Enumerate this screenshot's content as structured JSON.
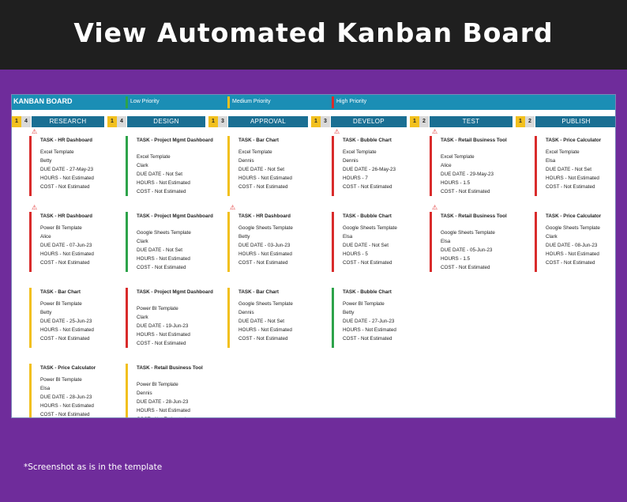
{
  "page_title": "View Automated Kanban Board",
  "board": {
    "title": "KANBAN BOARD",
    "legend": [
      {
        "label": "Low Priority",
        "color": "#2da34a"
      },
      {
        "label": "Medium Priority",
        "color": "#f2c01e"
      },
      {
        "label": "High Priority",
        "color": "#d92b2b"
      }
    ],
    "columns": [
      {
        "name": "RESEARCH",
        "wip_min": "1",
        "wip_max": "4"
      },
      {
        "name": "DESIGN",
        "wip_min": "1",
        "wip_max": "4"
      },
      {
        "name": "APPROVAL",
        "wip_min": "1",
        "wip_max": "3"
      },
      {
        "name": "DEVELOP",
        "wip_min": "1",
        "wip_max": "3"
      },
      {
        "name": "TEST",
        "wip_min": "1",
        "wip_max": "2"
      },
      {
        "name": "PUBLISH",
        "wip_min": "1",
        "wip_max": "2"
      }
    ],
    "cards": [
      [
        {
          "task": "TASK - HR Dashboard",
          "template": "Excel Template",
          "owner": "Betty",
          "due": "DUE DATE - 27-May-23",
          "hours": "HOURS - Not Estimated",
          "cost": "COST - Not Estimated",
          "priority": "high",
          "warning": true
        },
        {
          "task": "TASK - HR Dashboard",
          "template": "Power BI Template",
          "owner": "Alice",
          "due": "DUE DATE - 07-Jun-23",
          "hours": "HOURS - Not Estimated",
          "cost": "COST - Not Estimated",
          "priority": "high",
          "warning": true
        },
        {
          "task": "TASK - Bar Chart",
          "template": "Power BI Template",
          "owner": "Betty",
          "due": "DUE DATE - 25-Jun-23",
          "hours": "HOURS - Not Estimated",
          "cost": "COST - Not Estimated",
          "priority": "medium",
          "warning": false
        },
        {
          "task": "TASK - Price Calculator",
          "template": "Power BI Template",
          "owner": "Elsa",
          "due": "DUE DATE - 28-Jun-23",
          "hours": "HOURS - Not Estimated",
          "cost": "COST - Not Estimated",
          "priority": "medium",
          "warning": false
        }
      ],
      [
        {
          "task": "TASK - Project Mgmt Dashboard",
          "template": "Excel Template",
          "owner": "Clark",
          "due": "DUE DATE - Not Set",
          "hours": "HOURS - Not Estimated",
          "cost": "COST - Not Estimated",
          "priority": "low",
          "warning": false
        },
        {
          "task": "TASK - Project Mgmt Dashboard",
          "template": "Google Sheets Template",
          "owner": "Clark",
          "due": "DUE DATE - Not Set",
          "hours": "HOURS - Not Estimated",
          "cost": "COST - Not Estimated",
          "priority": "low",
          "warning": false
        },
        {
          "task": "TASK - Project Mgmt Dashboard",
          "template": "Power BI Template",
          "owner": "Clark",
          "due": "DUE DATE - 19-Jun-23",
          "hours": "HOURS - Not Estimated",
          "cost": "COST - Not Estimated",
          "priority": "high",
          "warning": false
        },
        {
          "task": "TASK - Retail Business Tool",
          "template": "Power BI Template",
          "owner": "Dennis",
          "due": "DUE DATE - 28-Jun-23",
          "hours": "HOURS - Not Estimated",
          "cost": "COST - Not Estimated",
          "priority": "medium",
          "warning": false
        }
      ],
      [
        {
          "task": "TASK - Bar Chart",
          "template": "Excel Template",
          "owner": "Dennis",
          "due": "DUE DATE - Not Set",
          "hours": "HOURS - Not Estimated",
          "cost": "COST - Not Estimated",
          "priority": "medium",
          "warning": false
        },
        {
          "task": "TASK - HR Dashboard",
          "template": "Google Sheets Template",
          "owner": "Betty",
          "due": "DUE DATE - 03-Jun-23",
          "hours": "HOURS - Not Estimated",
          "cost": "COST - Not Estimated",
          "priority": "medium",
          "warning": true
        },
        {
          "task": "TASK - Bar Chart",
          "template": "Google Sheets Template",
          "owner": "Dennis",
          "due": "DUE DATE - Not Set",
          "hours": "HOURS - Not Estimated",
          "cost": "COST - Not Estimated",
          "priority": "medium",
          "warning": false
        }
      ],
      [
        {
          "task": "TASK - Bubble Chart",
          "template": "Excel Template",
          "owner": "Dennis",
          "due": "DUE DATE - 26-May-23",
          "hours": "HOURS - 7",
          "cost": "COST - Not Estimated",
          "priority": "high",
          "warning": true
        },
        {
          "task": "TASK - Bubble Chart",
          "template": "Google Sheets Template",
          "owner": "Elsa",
          "due": "DUE DATE - Not Set",
          "hours": "HOURS - 5",
          "cost": "COST - Not Estimated",
          "priority": "high",
          "warning": false
        },
        {
          "task": "TASK - Bubble Chart",
          "template": "Power BI Template",
          "owner": "Betty",
          "due": "DUE DATE - 27-Jun-23",
          "hours": "HOURS - Not Estimated",
          "cost": "COST - Not Estimated",
          "priority": "low",
          "warning": false
        }
      ],
      [
        {
          "task": "TASK - Retail Business Tool",
          "template": "Excel Template",
          "owner": "Alice",
          "due": "DUE DATE - 29-May-23",
          "hours": "HOURS - 1.5",
          "cost": "COST - Not Estimated",
          "priority": "high",
          "warning": true
        },
        {
          "task": "TASK - Retail Business Tool",
          "template": "Google Sheets Template",
          "owner": "Elsa",
          "due": "DUE DATE - 05-Jun-23",
          "hours": "HOURS - 1.5",
          "cost": "COST - Not Estimated",
          "priority": "high",
          "warning": true
        }
      ],
      [
        {
          "task": "TASK - Price Calculator",
          "template": "Excel Template",
          "owner": "Elsa",
          "due": "DUE DATE - Not Set",
          "hours": "HOURS - Not Estimated",
          "cost": "COST - Not Estimated",
          "priority": "high",
          "warning": false
        },
        {
          "task": "TASK - Price Calculator",
          "template": "Google Sheets Template",
          "owner": "Clark",
          "due": "DUE DATE - 08-Jun-23",
          "hours": "HOURS - Not Estimated",
          "cost": "COST - Not Estimated",
          "priority": "high",
          "warning": false
        }
      ]
    ],
    "warning_icon": "warning-triangle-icon"
  },
  "footnote": "*Screenshot as is in the template"
}
